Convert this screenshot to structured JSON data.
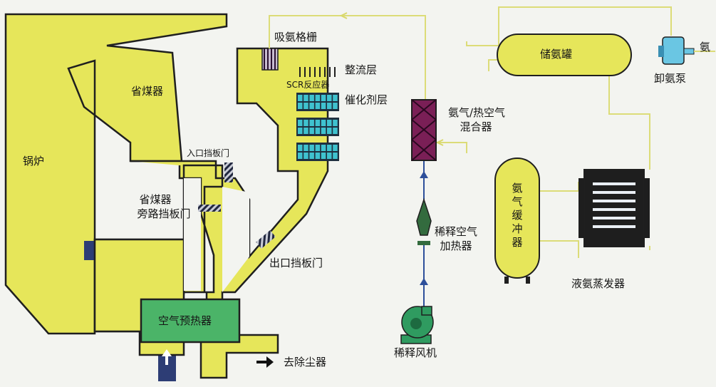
{
  "colors": {
    "boiler_yellow": "#e6e65a",
    "outline": "#1f1f1f",
    "flue_blue": "#2d3d75",
    "heater_green": "#4bb468",
    "catalyst_cyan": "#3fc2cf",
    "mixer_purple": "#7a1f56",
    "air_blue": "#2d4f9a",
    "ammonia_line": "#dcdc78",
    "pump_cyan": "#6ac6e3",
    "fan_green": "#2f9b60",
    "heater_dark_green": "#336b3e"
  },
  "labels": {
    "boiler": "锅炉",
    "economizer": "省煤器",
    "inlet_damper": "入口挡板门",
    "economizer_bypass_line1": "省煤器",
    "economizer_bypass_line2": "旁路挡板门",
    "outlet_damper": "出口挡板门",
    "air_preheater": "空气预热器",
    "to_dust_collector": "去除尘器",
    "ammonia_grid": "吸氨格栅",
    "flow_straightener": "整流层",
    "scr_reactor": "SCR反应器",
    "catalyst_layer": "催化剂层",
    "mixer_line1": "氨气/热空气",
    "mixer_line2": "混合器",
    "dilution_heater_line1": "稀释空气",
    "dilution_heater_line2": "加热器",
    "dilution_fan": "稀释风机",
    "buffer_tank": "氨气缓冲器",
    "ammonia_storage_tank": "储氨罐",
    "unloading_pump": "卸氨泵",
    "ammonia_edge": "氨",
    "evaporator": "液氨蒸发器"
  }
}
